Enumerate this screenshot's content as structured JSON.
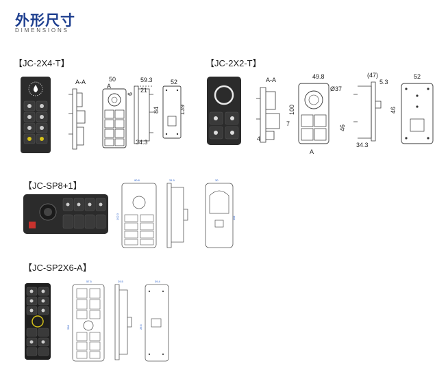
{
  "header": {
    "title_cn": "外形尺寸",
    "title_en": "DIMENSIONS"
  },
  "models": [
    {
      "name": "【JC-2X4-T】",
      "section": "A-A",
      "dims": [
        "50",
        "A",
        "59.3",
        "21",
        "6",
        "52",
        "84",
        "139",
        "34.3"
      ]
    },
    {
      "name": "【JC-2X2-T】",
      "section": "A-A",
      "dims": [
        "49.8",
        "Ø37",
        "(47)",
        "5.3",
        "52",
        "100",
        "46",
        "4",
        "7",
        "46",
        "34.3",
        "A"
      ]
    },
    {
      "name": "【JC-SP8+1】",
      "dims": [
        "90.8",
        "31.9",
        "30",
        "102.3",
        "110"
      ]
    },
    {
      "name": "【JC-SP2X6-A】",
      "dims": [
        "57.5",
        "29.5",
        "39.4",
        "268",
        "26.5"
      ]
    }
  ],
  "colors": {
    "accent": "#1e3f8f",
    "dimension_blue": "#1e57c8",
    "panel": "#2b2b2b",
    "yellow": "#d6c21a",
    "red": "#c8322d"
  }
}
